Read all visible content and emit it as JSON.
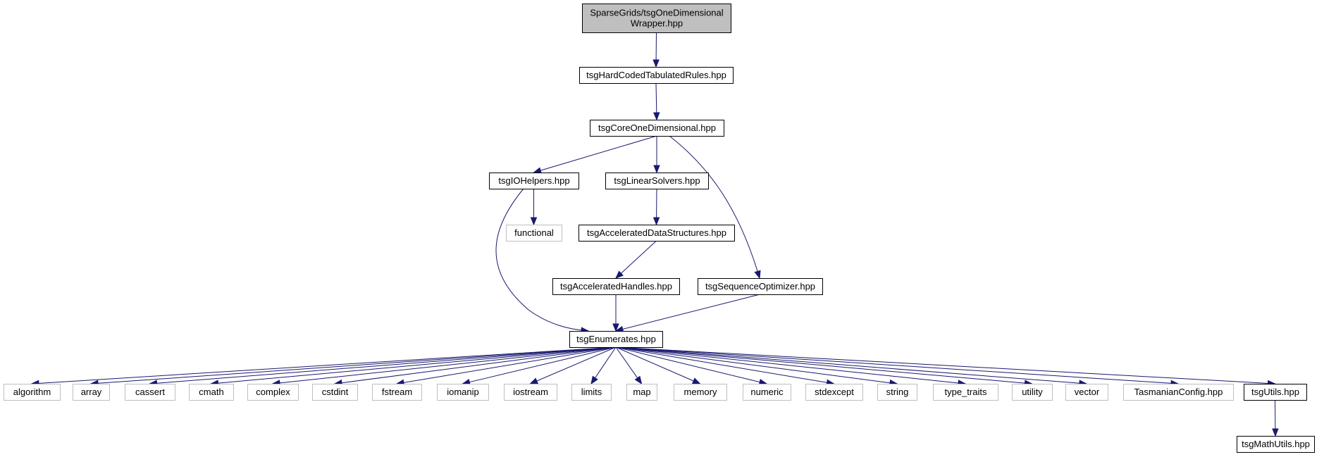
{
  "colors": {
    "edge": "#191970",
    "root_fill": "#bfbfbf",
    "internal_border": "#000000",
    "external_border": "#bfbfbf",
    "background": "#ffffff"
  },
  "nodes": {
    "root": {
      "lines": [
        "SparseGrids/tsgOneDimensional",
        "Wrapper.hpp"
      ],
      "kind": "root"
    },
    "hardcoded": {
      "lines": [
        "tsgHardCodedTabulatedRules.hpp"
      ],
      "kind": "internal"
    },
    "coreonedim": {
      "lines": [
        "tsgCoreOneDimensional.hpp"
      ],
      "kind": "internal"
    },
    "iohelpers": {
      "lines": [
        "tsgIOHelpers.hpp"
      ],
      "kind": "internal"
    },
    "linearsolvers": {
      "lines": [
        "tsgLinearSolvers.hpp"
      ],
      "kind": "internal"
    },
    "functional": {
      "lines": [
        "functional"
      ],
      "kind": "external"
    },
    "accdata": {
      "lines": [
        "tsgAcceleratedDataStructures.hpp"
      ],
      "kind": "internal"
    },
    "acchandles": {
      "lines": [
        "tsgAcceleratedHandles.hpp"
      ],
      "kind": "internal"
    },
    "seqopt": {
      "lines": [
        "tsgSequenceOptimizer.hpp"
      ],
      "kind": "internal"
    },
    "enumerates": {
      "lines": [
        "tsgEnumerates.hpp"
      ],
      "kind": "internal"
    },
    "algorithm": {
      "lines": [
        "algorithm"
      ],
      "kind": "external"
    },
    "array": {
      "lines": [
        "array"
      ],
      "kind": "external"
    },
    "cassert": {
      "lines": [
        "cassert"
      ],
      "kind": "external"
    },
    "cmath": {
      "lines": [
        "cmath"
      ],
      "kind": "external"
    },
    "complex": {
      "lines": [
        "complex"
      ],
      "kind": "external"
    },
    "cstdint": {
      "lines": [
        "cstdint"
      ],
      "kind": "external"
    },
    "fstream": {
      "lines": [
        "fstream"
      ],
      "kind": "external"
    },
    "iomanip": {
      "lines": [
        "iomanip"
      ],
      "kind": "external"
    },
    "iostream": {
      "lines": [
        "iostream"
      ],
      "kind": "external"
    },
    "limits": {
      "lines": [
        "limits"
      ],
      "kind": "external"
    },
    "map": {
      "lines": [
        "map"
      ],
      "kind": "external"
    },
    "memory": {
      "lines": [
        "memory"
      ],
      "kind": "external"
    },
    "numeric": {
      "lines": [
        "numeric"
      ],
      "kind": "external"
    },
    "stdexcept": {
      "lines": [
        "stdexcept"
      ],
      "kind": "external"
    },
    "string": {
      "lines": [
        "string"
      ],
      "kind": "external"
    },
    "type_traits": {
      "lines": [
        "type_traits"
      ],
      "kind": "external"
    },
    "utility": {
      "lines": [
        "utility"
      ],
      "kind": "external"
    },
    "vector": {
      "lines": [
        "vector"
      ],
      "kind": "external"
    },
    "tasmanianconfig": {
      "lines": [
        "TasmanianConfig.hpp"
      ],
      "kind": "external"
    },
    "tsgutils": {
      "lines": [
        "tsgUtils.hpp"
      ],
      "kind": "internal"
    },
    "tsgmathutils": {
      "lines": [
        "tsgMathUtils.hpp"
      ],
      "kind": "internal"
    }
  },
  "edges": [
    [
      "root",
      "hardcoded"
    ],
    [
      "hardcoded",
      "coreonedim"
    ],
    [
      "coreonedim",
      "iohelpers"
    ],
    [
      "coreonedim",
      "linearsolvers"
    ],
    [
      "coreonedim",
      "seqopt"
    ],
    [
      "iohelpers",
      "functional"
    ],
    [
      "iohelpers",
      "enumerates"
    ],
    [
      "linearsolvers",
      "accdata"
    ],
    [
      "accdata",
      "acchandles"
    ],
    [
      "acchandles",
      "enumerates"
    ],
    [
      "seqopt",
      "enumerates"
    ],
    [
      "enumerates",
      "algorithm"
    ],
    [
      "enumerates",
      "array"
    ],
    [
      "enumerates",
      "cassert"
    ],
    [
      "enumerates",
      "cmath"
    ],
    [
      "enumerates",
      "complex"
    ],
    [
      "enumerates",
      "cstdint"
    ],
    [
      "enumerates",
      "fstream"
    ],
    [
      "enumerates",
      "iomanip"
    ],
    [
      "enumerates",
      "iostream"
    ],
    [
      "enumerates",
      "limits"
    ],
    [
      "enumerates",
      "map"
    ],
    [
      "enumerates",
      "memory"
    ],
    [
      "enumerates",
      "numeric"
    ],
    [
      "enumerates",
      "stdexcept"
    ],
    [
      "enumerates",
      "string"
    ],
    [
      "enumerates",
      "type_traits"
    ],
    [
      "enumerates",
      "utility"
    ],
    [
      "enumerates",
      "vector"
    ],
    [
      "enumerates",
      "tasmanianconfig"
    ],
    [
      "enumerates",
      "tsgutils"
    ],
    [
      "tsgutils",
      "tsgmathutils"
    ]
  ]
}
